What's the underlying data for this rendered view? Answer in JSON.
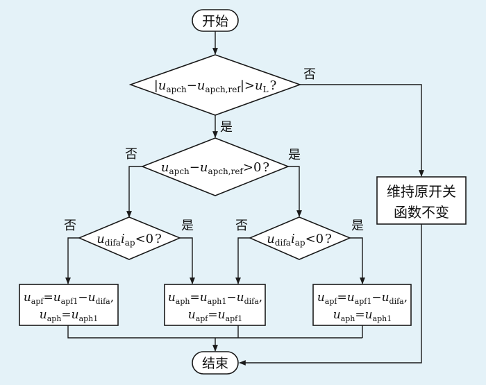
{
  "flowchart": {
    "start": "开始",
    "end": "结束",
    "decision1": {
      "var": "u",
      "sub1": "apch",
      "op": "−",
      "sub2": "apch,ref",
      "cmp": ">",
      "rhs_var": "u",
      "rhs_sub": "L",
      "q": "?"
    },
    "decision2": {
      "var": "u",
      "sub1": "apch",
      "op": "−",
      "sub2": "apch,ref",
      "cmp": ">0",
      "q": "?"
    },
    "decision3": {
      "var1": "u",
      "sub1": "difa",
      "var2": "i",
      "sub2": "ap",
      "cmp": "<0",
      "q": "?"
    },
    "decision4": {
      "var1": "u",
      "sub1": "difa",
      "var2": "i",
      "sub2": "ap",
      "cmp": "<0",
      "q": "?"
    },
    "keep_box": {
      "line1": "维持原开关",
      "line2": "函数不变"
    },
    "box_left": {
      "l1_s1": "apf",
      "l1_s2": "apf1",
      "l1_s3": "difa",
      "l2_s1": "aph",
      "l2_s2": "aph1"
    },
    "box_mid": {
      "l1_s1": "aph",
      "l1_s2": "aph1",
      "l1_s3": "difa",
      "l2_s1": "apf",
      "l2_s2": "apf1"
    },
    "box_right": {
      "l1_s1": "apf",
      "l1_s2": "apf1",
      "l1_s3": "difa",
      "l2_s1": "aph",
      "l2_s2": "aph1"
    },
    "yes": "是",
    "no": "否"
  }
}
